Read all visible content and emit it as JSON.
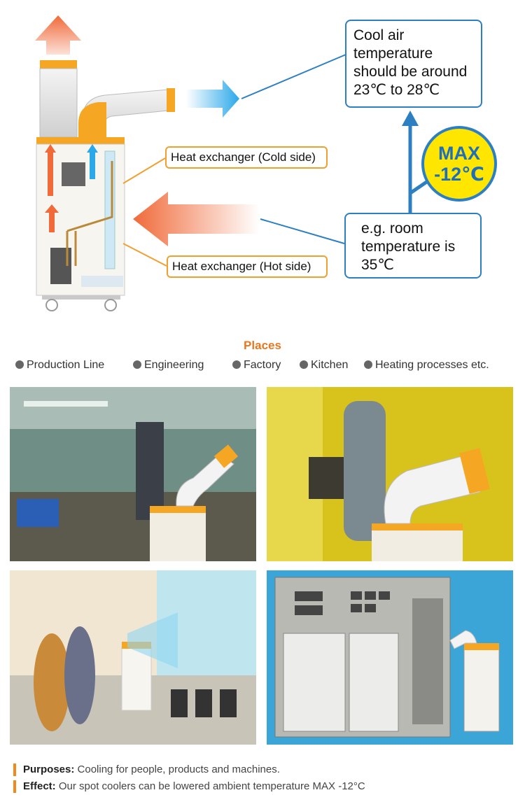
{
  "diagram": {
    "cold_side_label": "Heat exchanger (Cold side)",
    "hot_side_label": "Heat exchanger (Hot side)",
    "cool_air_text": [
      "Cool air",
      "temperature",
      "should be around",
      "23℃ to 28℃"
    ],
    "room_temp_text": [
      "e.g. room",
      "temperature is",
      "35℃"
    ],
    "max_badge": [
      "MAX",
      "-12℃"
    ]
  },
  "places": {
    "title": "Places",
    "items": [
      "Production Line",
      "Engineering",
      "Factory",
      "Kitchen",
      "Heating processes etc."
    ]
  },
  "footer": {
    "purposes_label": "Purposes:",
    "purposes_text": "Cooling for people, products and machines.",
    "effect_label": "Effect:",
    "effect_text": "Our spot coolers can be lowered ambient temperature MAX -12°C"
  },
  "colors": {
    "orange": "#f5a623",
    "blue": "#2c7fc2",
    "hot_arrow": "#f06a3a",
    "cold_arrow": "#2aa8e8",
    "badge_yellow": "#ffe600"
  }
}
